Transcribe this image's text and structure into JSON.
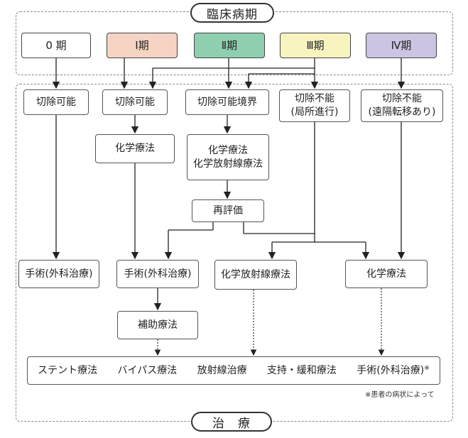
{
  "header": {
    "title": "臨床病期"
  },
  "footer": {
    "title": "治　療"
  },
  "stages": [
    "0 期",
    "Ⅰ期",
    "Ⅱ期",
    "Ⅲ期",
    "Ⅳ期"
  ],
  "stage_colors": [
    "#ffffff",
    "#f6d3c2",
    "#8fcfb0",
    "#f7f4c0",
    "#cbc4e2"
  ],
  "resectability": {
    "s0": "切除可能",
    "s1": "切除可能",
    "s2": "切除可能境界",
    "s3_line1": "切除不能",
    "s3_line2": "(局所進行)",
    "s4_line1": "切除不能",
    "s4_line2": "(遠隔転移あり)"
  },
  "chemo1": "化学療法",
  "chemo2_line1": "化学療法",
  "chemo2_line2": "化学放射線療法",
  "reeval": "再評価",
  "surgery0": "手術(外科治療)",
  "surgery1": "手術(外科治療)",
  "crt": "化学放射線療法",
  "chemo_right": "化学療法",
  "adjuvant": "補助療法",
  "supportive": [
    "ステント療法",
    "バイパス療法",
    "放射線治療",
    "支持・緩和療法",
    "手術(外科治療)"
  ],
  "supportive_mark": "※",
  "note": "※患者の病状によって"
}
